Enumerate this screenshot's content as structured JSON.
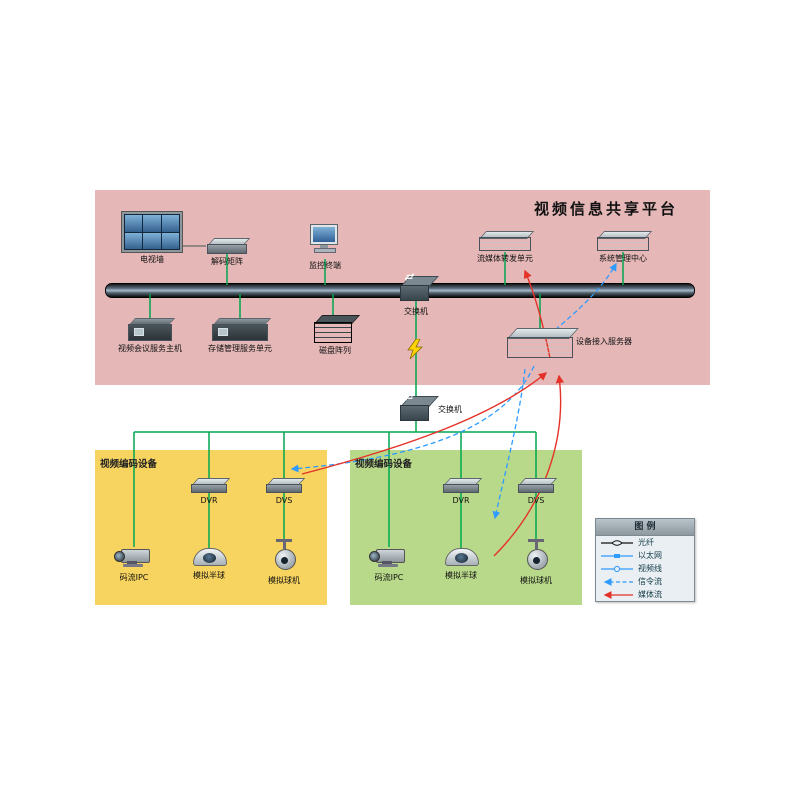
{
  "title": "视频信息共享平台",
  "regions": {
    "encoder_left": "视频编码设备",
    "encoder_right": "视频编码设备"
  },
  "devices": {
    "tv_wall": "电视墙",
    "decoder_matrix": "解码矩阵",
    "monitor_terminal": "监控终端",
    "stream_forward_unit": "流媒体转发单元",
    "system_mgmt_center": "系统管理中心",
    "video_conf_host": "视频会议服务主机",
    "storage_mgmt_unit": "存储管理服务单元",
    "disk_array": "磁盘阵列",
    "switch_top": "交换机",
    "switch_mid": "交换机",
    "device_access_server": "设备接入服务器",
    "dvr_left": "DVR",
    "dvs_left": "DVS",
    "ipc_left": "码流IPC",
    "dome_left": "模拟半球",
    "ball_left": "模拟球机",
    "dvr_right": "DVR",
    "dvs_right": "DVS",
    "ipc_right": "码流IPC",
    "dome_right": "模拟半球",
    "ball_right": "模拟球机"
  },
  "legend": {
    "title": "图 例",
    "items": [
      {
        "label": "光纤",
        "type": "fiber"
      },
      {
        "label": "以太网",
        "type": "ethernet"
      },
      {
        "label": "视频线",
        "type": "video"
      },
      {
        "label": "信令流",
        "type": "signal"
      },
      {
        "label": "媒体流",
        "type": "media"
      }
    ]
  },
  "colors": {
    "platform_bg": "#e5b7b7",
    "encoder_left_bg": "#f7d35f",
    "encoder_right_bg": "#b9d98a",
    "ethernet_line": "#00a651",
    "signal_line": "#2e9bff",
    "media_line": "#e53228"
  }
}
